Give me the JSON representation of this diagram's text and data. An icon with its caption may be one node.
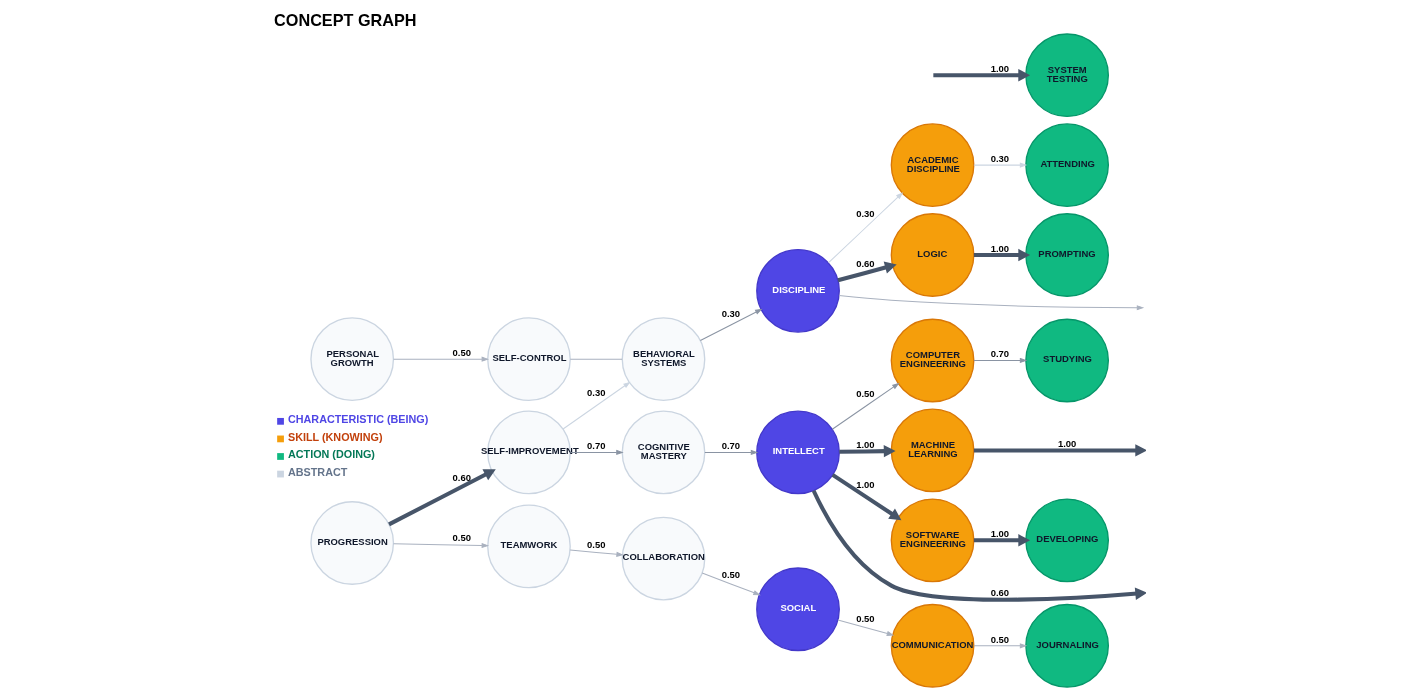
{
  "diagram": {
    "title": "CONCEPT GRAPH",
    "nodes": [
      {
        "text": [
          "PROGRESSION"
        ]
      },
      {
        "text": [
          "PERSONAL GROWTH"
        ]
      },
      {
        "text": [
          "SELF-CONTROL"
        ]
      },
      {
        "text": [
          "SELF-IMPROVEMENT"
        ]
      },
      {
        "text": [
          "TEAMWORK"
        ]
      },
      {
        "text": [
          "BEHAVIORAL SYSTEMS"
        ]
      },
      {
        "text": [
          "COGNITIVE MASTERY"
        ]
      },
      {
        "text": [
          "COLLABORATION"
        ]
      },
      {
        "text": [
          "DISCIPLINE"
        ]
      },
      {
        "text": [
          "INTELLECT"
        ]
      },
      {
        "text": [
          "SOCIAL"
        ]
      },
      {
        "text": [
          "ACADEMIC DISCIPLINE"
        ]
      },
      {
        "text": [
          "COMMUNICATION"
        ]
      },
      {
        "text": [
          "COMPUTER ENGINEERING"
        ]
      },
      {
        "text": [
          "LOGIC"
        ]
      },
      {
        "text": [
          "MACHINE LEARNING"
        ]
      },
      {
        "text": [
          "SOFTWARE ENGINEERING"
        ]
      },
      {
        "text": [
          "ATTENDING"
        ]
      },
      {
        "text": [
          "DEVELOPING"
        ]
      },
      {
        "text": [
          "JOURNALING"
        ]
      },
      {
        "text": [
          "PROMPTING"
        ]
      },
      {
        "text": [
          "STUDYING"
        ]
      },
      {
        "text": [
          "SYSTEM TESTING"
        ]
      }
    ],
    "edges": [
      {
        "from": 0,
        "to": 3,
        "arrow": "to",
        "label": "0.60",
        "style": "thick",
        "color": "#475569"
      },
      {
        "from": 1,
        "to": 2,
        "arrow": "to",
        "label": "0.50",
        "color": "#a9b1bf"
      },
      {
        "from": 0,
        "to": 4,
        "arrow": "to",
        "label": "0.50",
        "color": "#a9b1bf"
      },
      {
        "from": 2,
        "to": 5,
        "arrow": "none",
        "color": "#a9b1bf"
      },
      {
        "from": 3,
        "to": 5,
        "arrow": "to",
        "label": "0.30",
        "color": "#cbd5e1"
      },
      {
        "from": 3,
        "to": 6,
        "arrow": "to",
        "label": "0.70",
        "color": "#8a94a3"
      },
      {
        "from": 4,
        "to": 7,
        "arrow": "to",
        "label": "0.50",
        "color": "#a9b1bf"
      },
      {
        "from": 5,
        "to": 8,
        "arrow": "to",
        "label": "0.30",
        "color": "#8a94a3"
      },
      {
        "from": 6,
        "to": 9,
        "arrow": "to",
        "label": "0.70",
        "color": "#8a94a3"
      },
      {
        "from": 7,
        "to": 10,
        "arrow": "to",
        "label": "0.50",
        "color": "#a9b1bf"
      },
      {
        "from": 8,
        "to": 11,
        "arrow": "to",
        "label": "0.30",
        "color": "#cbd5e1"
      },
      {
        "from": 8,
        "to": 14,
        "arrow": "to",
        "label": "0.60",
        "style": "thick",
        "color": "#475569"
      },
      {
        "from": 9,
        "to": 13,
        "arrow": "to",
        "label": "0.50",
        "color": "#8a94a3"
      },
      {
        "from": 10,
        "to": 12,
        "arrow": "to",
        "label": "0.50",
        "color": "#a9b1bf"
      },
      {
        "from": 8,
        "to": null,
        "arrow": "to",
        "color": "#a9b1bf"
      },
      {
        "from": 9,
        "to": 15,
        "arrow": "to",
        "label": "1.00",
        "style": "thick",
        "color": "#475569"
      },
      {
        "from": 9,
        "to": 16,
        "arrow": "to",
        "label": "1.00",
        "style": "thick",
        "color": "#475569"
      },
      {
        "from": 9,
        "to": null,
        "arrow": "to",
        "label": "0.60",
        "style": "thick",
        "color": "#475569"
      },
      {
        "from": 11,
        "to": 17,
        "arrow": "to",
        "label": "0.30",
        "color": "#cbd5e1"
      },
      {
        "from": 12,
        "to": 19,
        "arrow": "to",
        "label": "0.50",
        "color": "#a9b1bf"
      },
      {
        "from": 13,
        "to": 21,
        "arrow": "to",
        "label": "0.70",
        "color": "#8a94a3"
      },
      {
        "from": 14,
        "to": 20,
        "arrow": "to",
        "label": "1.00",
        "style": "thick",
        "color": "#475569"
      },
      {
        "from": 16,
        "to": 18,
        "arrow": "to",
        "label": "1.00",
        "style": "thick",
        "color": "#475569"
      },
      {
        "from": 15,
        "to": null,
        "arrow": "to",
        "label": "1.00",
        "style": "thick",
        "color": "#475569"
      },
      {
        "from": null,
        "to": 22,
        "arrow": "to",
        "label": "1.00",
        "style": "thick",
        "color": "#475569"
      }
    ],
    "legend": [
      {
        "text": "CHARACTERISTIC (BEING)",
        "color": "#4f46e5"
      },
      {
        "text": "SKILL (KNOWING)",
        "color": "#f59e0b"
      },
      {
        "text": "ACTION (DOING)",
        "color": "#10b981"
      },
      {
        "text": "ABSTRACT",
        "color": "#cbd5e1"
      }
    ]
  }
}
